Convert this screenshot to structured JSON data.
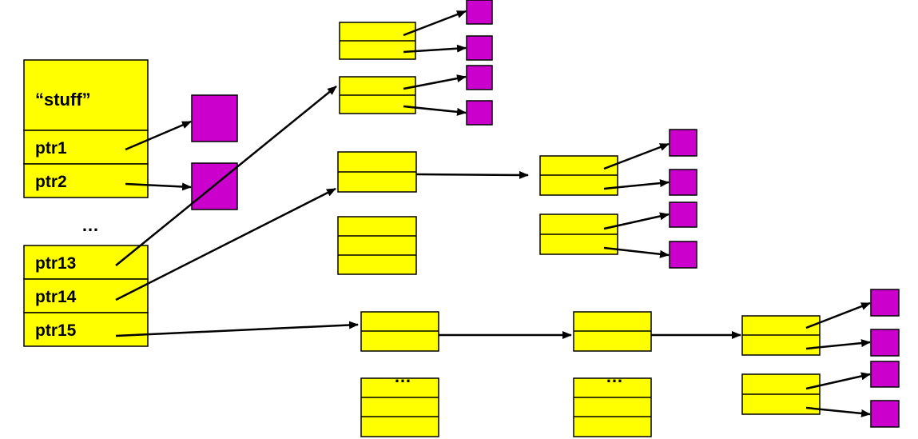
{
  "colors": {
    "block": "#ffff00",
    "target": "#cc00cc",
    "line": "#000000",
    "background": "#ffffff"
  },
  "inode": {
    "data_label": "“stuff”",
    "pointer_labels": [
      "ptr1",
      "ptr2",
      "ptr13",
      "ptr14",
      "ptr15"
    ],
    "ellipsis": "…"
  },
  "block_ellipsis": "…"
}
